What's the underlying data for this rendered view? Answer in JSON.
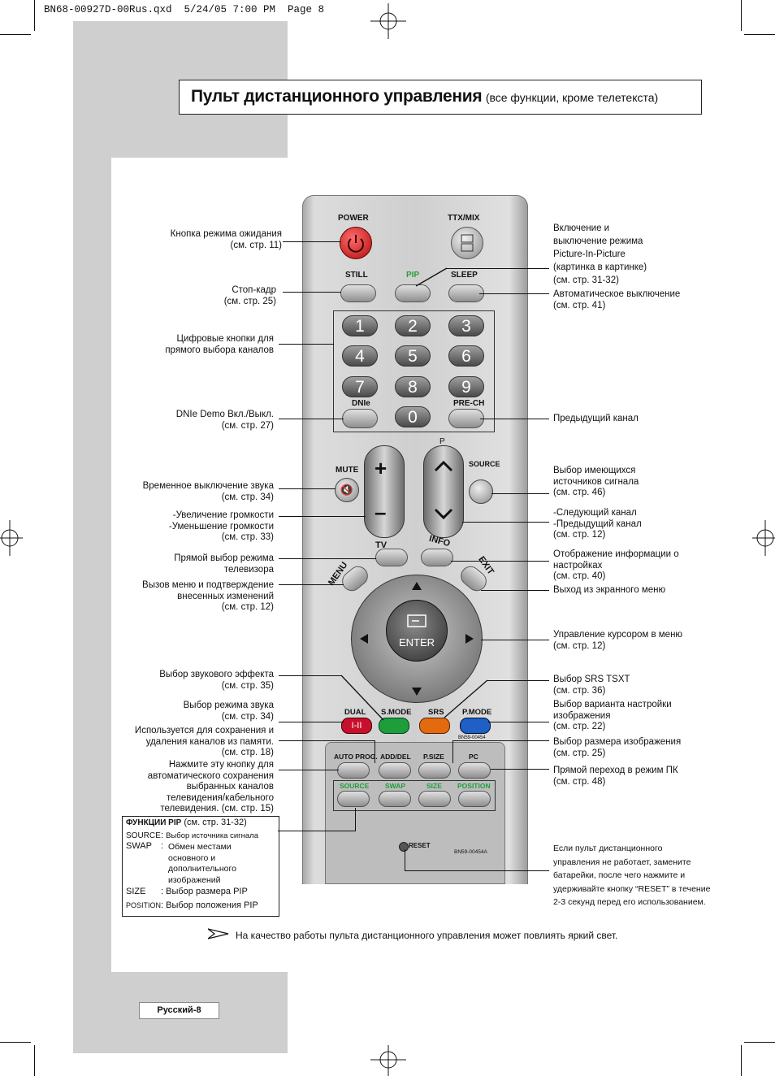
{
  "header": {
    "file_info": "BN68-00927D-00Rus.qxd  5/24/05 7:00 PM  Page 8"
  },
  "title": {
    "main": "Пульт дистанционного управления",
    "sub": "(все функции, кроме телетекста)"
  },
  "remote": {
    "power": "POWER",
    "ttx": "TTX/MIX",
    "still": "STILL",
    "pip": "PIP",
    "sleep": "SLEEP",
    "numbers": [
      "1",
      "2",
      "3",
      "4",
      "5",
      "6",
      "7",
      "8",
      "9",
      "0"
    ],
    "dnie": "DNIe",
    "prech": "PRE-CH",
    "p": "P",
    "mute": "MUTE",
    "source": "SOURCE",
    "tv": "TV",
    "info": "INFO",
    "menu": "MENU",
    "exit": "EXIT",
    "enter": "ENTER",
    "dual": "DUAL",
    "dual_sym": "I-II",
    "smode": "S.MODE",
    "srs": "SRS",
    "pmode": "P.MODE",
    "model_small": "BN59-00454",
    "auto_prog": "AUTO PROG.",
    "add_del": "ADD/DEL",
    "psize": "P.SIZE",
    "pc": "PC",
    "g_source": "SOURCE",
    "g_swap": "SWAP",
    "g_size": "SIZE",
    "g_position": "POSITION",
    "reset": "RESET",
    "model": "BN59-00454A"
  },
  "left_callouts": {
    "standby": "Кнопка режима ожидания\n(см. стр. 11)",
    "still": "Стоп-кадр\n(см. стр. 25)",
    "digits": "Цифровые кнопки для\nпрямого выбора каналов",
    "dnie": "DNIe Demo Вкл./Выкл.\n(см. стр. 27)",
    "mute": "Временное выключение звука\n(см. стр. 34)",
    "volume": "-Увеличение громкости\n-Уменьшение громкости\n(см. стр. 33)",
    "tv": "Прямой выбор режима\nтелевизора",
    "menu": "Вызов меню и подтверждение\nвнесенных изменений\n(см. стр. 12)",
    "smode": "Выбор звукового эффекта\n(см. стр. 35)",
    "dual": "Выбор режима звука\n(см. стр. 34)",
    "adddel": "Используется для сохранения и\nудаления каналов из памяти.\n(см. стр. 18)",
    "autoprog": "Нажмите эту кнопку для\nавтоматического сохранения\nвыбранных каналов\nтелевидения/кабельного\nтелевидения. (см. стр. 15)"
  },
  "right_callouts": {
    "pip": "Включение и\nвыключение режима\nPicture-In-Picture\n(картинка в картинке)\n(см. стр. 31-32)",
    "sleep": "Автоматическое выключение\n(см. стр. 41)",
    "prech": "Предыдущий канал",
    "source": "Выбор имеющихся\nисточников сигнала\n(см. стр. 46)",
    "channel": "-Следующий канал\n-Предыдущий канал\n(см. стр. 12)",
    "info": "Отображение информации о\nнастройках\n(см. стр. 40)",
    "exit": "Выход из экранного меню",
    "cursor": "Управление курсором в меню\n(см. стр. 12)",
    "srs": "Выбор SRS TSXT\n(см. стр. 36)",
    "pmode": "Выбор варианта настройки\nизображения\n(см. стр. 22)",
    "psize": "Выбор размера изображения\n(см. стр. 25)",
    "pc": "Прямой переход в режим ПК\n(см. стр. 48)",
    "reset": "Если пульт дистанционного\nуправления не работает, замените\nбатарейки, после чего нажмите и\nудерживайте кнопку “RESET” в течение\n2-3 секунд перед его использованием."
  },
  "pip_box": {
    "heading": "ФУНКЦИИ PIP",
    "heading_ref": "(см. стр. 31-32)",
    "rows": [
      {
        "key": "SOURCE",
        "sep": ":",
        "desc": "Выбор источника сигнала"
      },
      {
        "key": "SWAP",
        "sep": ":",
        "desc": "Обмен местами\nосновного и\nдополнительного\nизображений"
      },
      {
        "key": "SIZE",
        "sep": ":",
        "desc": "Выбор размера PIP"
      },
      {
        "key": "POSITION",
        "sep": ":",
        "desc": "Выбор положения PIP"
      }
    ]
  },
  "note": "На качество работы пульта дистанционного управления может повлиять яркий свет.",
  "footer": {
    "page_label": "Русский-8"
  },
  "colors": {
    "page_grey": "#cfcfcf",
    "power_red": "#d22",
    "pip_green": "#2a9d3a",
    "dual_red": "#c8102e",
    "smode_green": "#1e9e3a",
    "srs_orange": "#e46a10",
    "pmode_blue": "#1f5fc6"
  }
}
